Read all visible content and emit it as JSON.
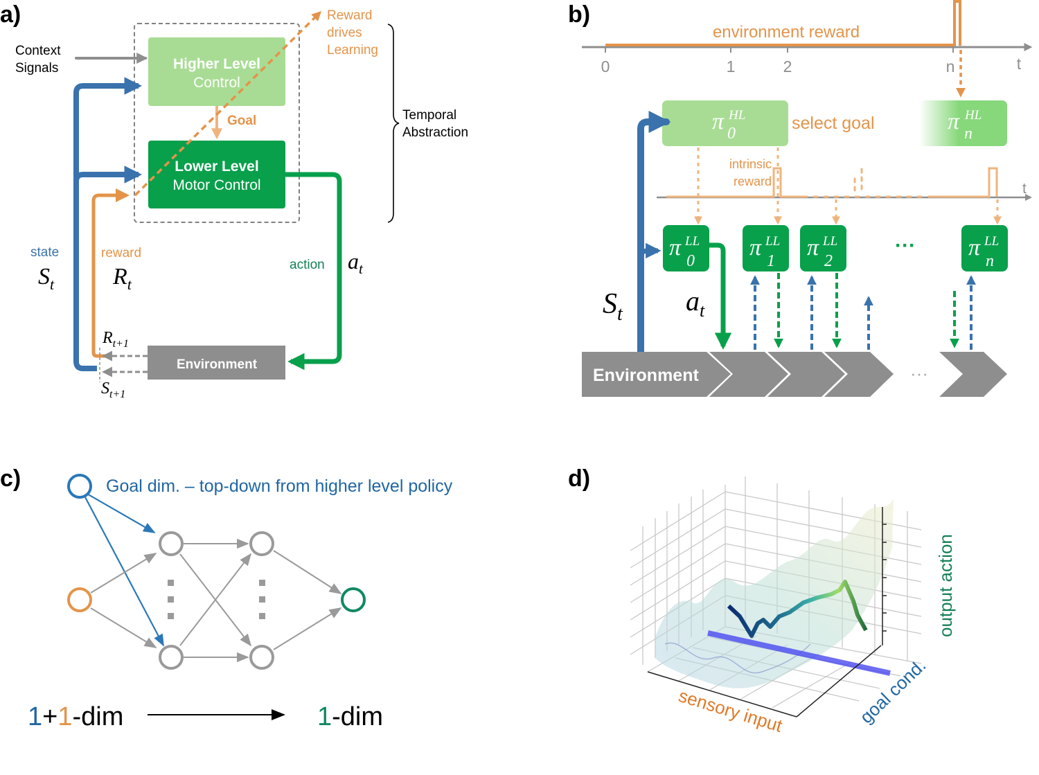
{
  "colors": {
    "blue": "#3a72ad",
    "orange": "#e3944a",
    "light_orange": "#efb47e",
    "green": "#08a04b",
    "light_green": "#a8dc94",
    "hl_green_bright": "#86d87a",
    "gray": "#8e8e8e",
    "dark_green_text": "#138055",
    "goal_blue": "#2066a3"
  },
  "panel_a": {
    "letter": "a)",
    "context_signals": [
      "Context",
      "Signals"
    ],
    "higher_level": {
      "line1": "Higher Level",
      "line2": "Control"
    },
    "goal": "Goal",
    "lower_level": {
      "line1": "Lower Level",
      "line2": "Motor Control"
    },
    "reward_drives_learning": [
      "Reward",
      "drives",
      "Learning"
    ],
    "temporal_abstraction": [
      "Temporal",
      "Abstraction"
    ],
    "state_label": "state",
    "state_symbol": "S",
    "state_sub": "t",
    "reward_label": "reward",
    "reward_symbol": "R",
    "reward_sub": "t",
    "action_label": "action",
    "action_symbol": "a",
    "action_sub": "t",
    "environment": "Environment",
    "next_reward": {
      "symbol": "R",
      "sub": "t+1"
    },
    "next_state": {
      "symbol": "S",
      "sub": "t+1"
    }
  },
  "panel_b": {
    "letter": "b)",
    "env_reward_label": "environment reward",
    "time_ticks": [
      "0",
      "1",
      "2",
      "n"
    ],
    "time_axis": "t",
    "hl_policy_0": {
      "symbol": "π",
      "sup": "HL",
      "sub": "0"
    },
    "hl_policy_n": {
      "symbol": "π",
      "sup": "HL",
      "sub": "n"
    },
    "select_goal": "select goal",
    "intrinsic_reward": [
      "intrinsic",
      "reward"
    ],
    "intrinsic_axis": "t",
    "ll_policies": [
      {
        "symbol": "π",
        "sup": "LL",
        "sub": "0"
      },
      {
        "symbol": "π",
        "sup": "LL",
        "sub": "1"
      },
      {
        "symbol": "π",
        "sup": "LL",
        "sub": "2"
      },
      {
        "symbol": "π",
        "sup": "LL",
        "sub": "n"
      }
    ],
    "ellipsis": "···",
    "state_symbol": "S",
    "state_sub": "t",
    "action_symbol": "a",
    "action_sub": "t",
    "environment": "Environment"
  },
  "panel_c": {
    "letter": "c)",
    "goal_caption": "Goal dim. – top-down from higher level policy",
    "input_dim": {
      "a": "1",
      "plus": "+",
      "b": "1",
      "suffix": "-dim"
    },
    "output_dim": {
      "a": "1",
      "suffix": "-dim"
    }
  },
  "panel_d": {
    "letter": "d)",
    "x_axis": "sensory input",
    "y_axis": "goal cond.",
    "z_axis": "output action"
  }
}
